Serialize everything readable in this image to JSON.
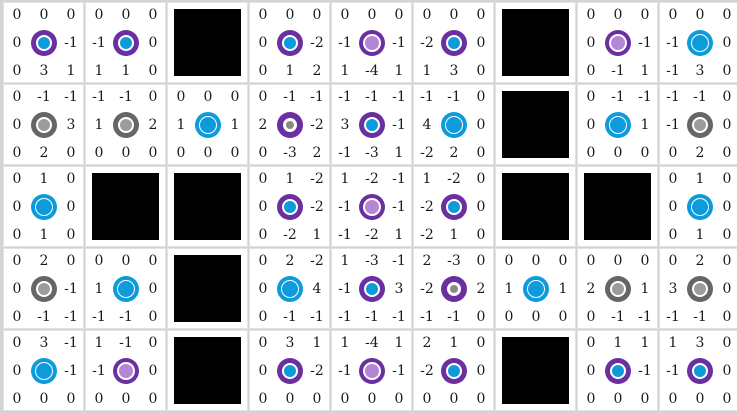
{
  "board": {
    "rows": 5,
    "cols": 9,
    "cells": [
      [
        "0 0 0|0 * -1|0 3 1|purple-blue",
        "0 0 0|-1 * 0|1 1 0|purple-blue",
        "#",
        "0 0 0|0 * -2|0 1 2|purple-blue",
        "0 0 0|-1 * -1|1 -4 1|purple-lilac",
        "0 0 0|-2 * 0|1 3 0|purple-blue",
        "#",
        "0 0 0|0 * -1|0 -1 1|purple-lilac",
        "0 0 0|-1 * 0|-1 3 0|blue"
      ],
      [
        "0 -1 -1|0 * 3|0 2 0|gray",
        "-1 -1 0|1 * 2|0 0 0|gray",
        "0 0 0|1 * 1|0 0 0|blue",
        "0 -1 -1|2 * -2|0 -3 2|purple-white",
        "-1 -1 -1|3 * -1|-1 -3 1|purple-blue",
        "-1 -1 0|4 * 0|-2 2 0|blue",
        "#",
        "0 -1 -1|0 * 1|0 0 0|blue",
        "-1 -1 0|-1 * 0|0 2 0|gray"
      ],
      [
        "0 1 0|0 * 0|0 1 0|blue",
        "#",
        "#",
        "0 1 -2|0 * -2|0 -2 1|purple-blue",
        "1 -2 -1|-1 * -1|-1 -2 1|purple-lilac",
        "1 -2 0|-2 * 0|-2 1 0|purple-blue",
        "#",
        "#",
        "0 1 0|0 * 0|0 1 0|blue"
      ],
      [
        "0 2 0|0 * -1|0 -1 -1|gray",
        "0 0 0|1 * 0|-1 -1 0|blue",
        "#",
        "0 2 -2|0 * 4|0 -1 -1|blue",
        "1 -3 -1|-1 * 3|-1 -1 -1|purple-blue",
        "2 -3 0|-2 * 2|-1 -1 0|purple-white",
        "0 0 0|1 * 1|0 0 0|blue",
        "0 0 0|2 * 1|0 -1 -1|gray",
        "0 2 0|3 * 0|-1 -1 0|gray"
      ],
      [
        "0 3 -1|0 * -1|0 0 0|blue",
        "1 -1 0|-1 * 0|0 0 0|purple-lilac",
        "#",
        "0 3 1|0 * -2|0 0 0|purple-blue",
        "1 -4 1|-1 * -1|0 0 0|purple-lilac",
        "2 1 0|-2 * 0|0 0 0|purple-blue",
        "#",
        "0 1 1|0 * -1|0 0 0|purple-blue",
        "1 3 0|-1 * 0|0 0 0|purple-blue"
      ]
    ]
  },
  "colors": {
    "purple": "#6a2fa0",
    "blue": "#0e9bdc",
    "lilac": "#b486d6",
    "gray": "#666666",
    "blocked": "#000000"
  }
}
